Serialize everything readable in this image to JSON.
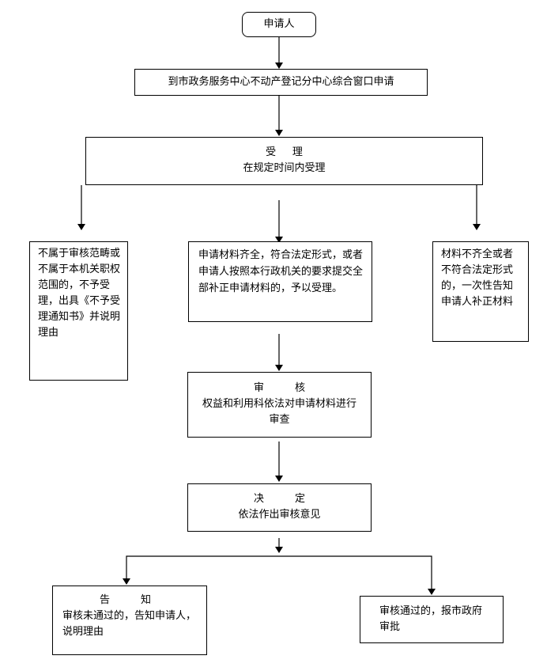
{
  "nodes": {
    "applicant": {
      "text": "申请人"
    },
    "submit": {
      "text": "到市政务服务中心不动产登记分中心综合窗口申请"
    },
    "accept": {
      "title": "受　理",
      "text": "在规定时间内受理"
    },
    "reject_scope": {
      "text": "不属于审核范畴或不属于本机关职权范围的，不予受理，出具《不予受理通知书》并说明理由"
    },
    "accepted": {
      "text": "申请材料齐全，符合法定形式，或者申请人按照本行政机关的要求提交全部补正申请材料的，予以受理。"
    },
    "incomplete": {
      "text": "材料不齐全或者不符合法定形式的，一次性告知申请人补正材料"
    },
    "review": {
      "title": "审　核",
      "text": "权益和利用科依法对申请材料进行审查"
    },
    "decision": {
      "title": "决　定",
      "text": "依法作出审核意见"
    },
    "notify": {
      "title": "告　知",
      "text": "审核未通过的，告知申请人，说明理由"
    },
    "approve": {
      "text": "审核通过的，报市政府审批"
    }
  }
}
